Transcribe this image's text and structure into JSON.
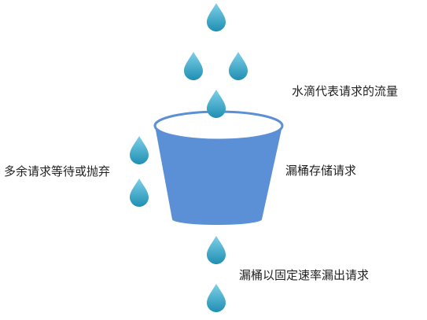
{
  "labels": {
    "flow": "水滴代表请求的流量",
    "bucket": "漏桶存储请求",
    "overflow": "多余请求等待或抛弃",
    "leak": "漏桶以固定速率漏出请求"
  },
  "colors": {
    "drop_light": "#7ed0e8",
    "drop_dark": "#1f8fb3",
    "bucket_body": "#5b8fd6",
    "bucket_rim": "#ffffff",
    "bucket_rim_stroke": "#5b8fd6",
    "text": "#222222"
  },
  "icons": {
    "drop": "water-drop-icon",
    "bucket": "leaky-bucket-icon"
  }
}
